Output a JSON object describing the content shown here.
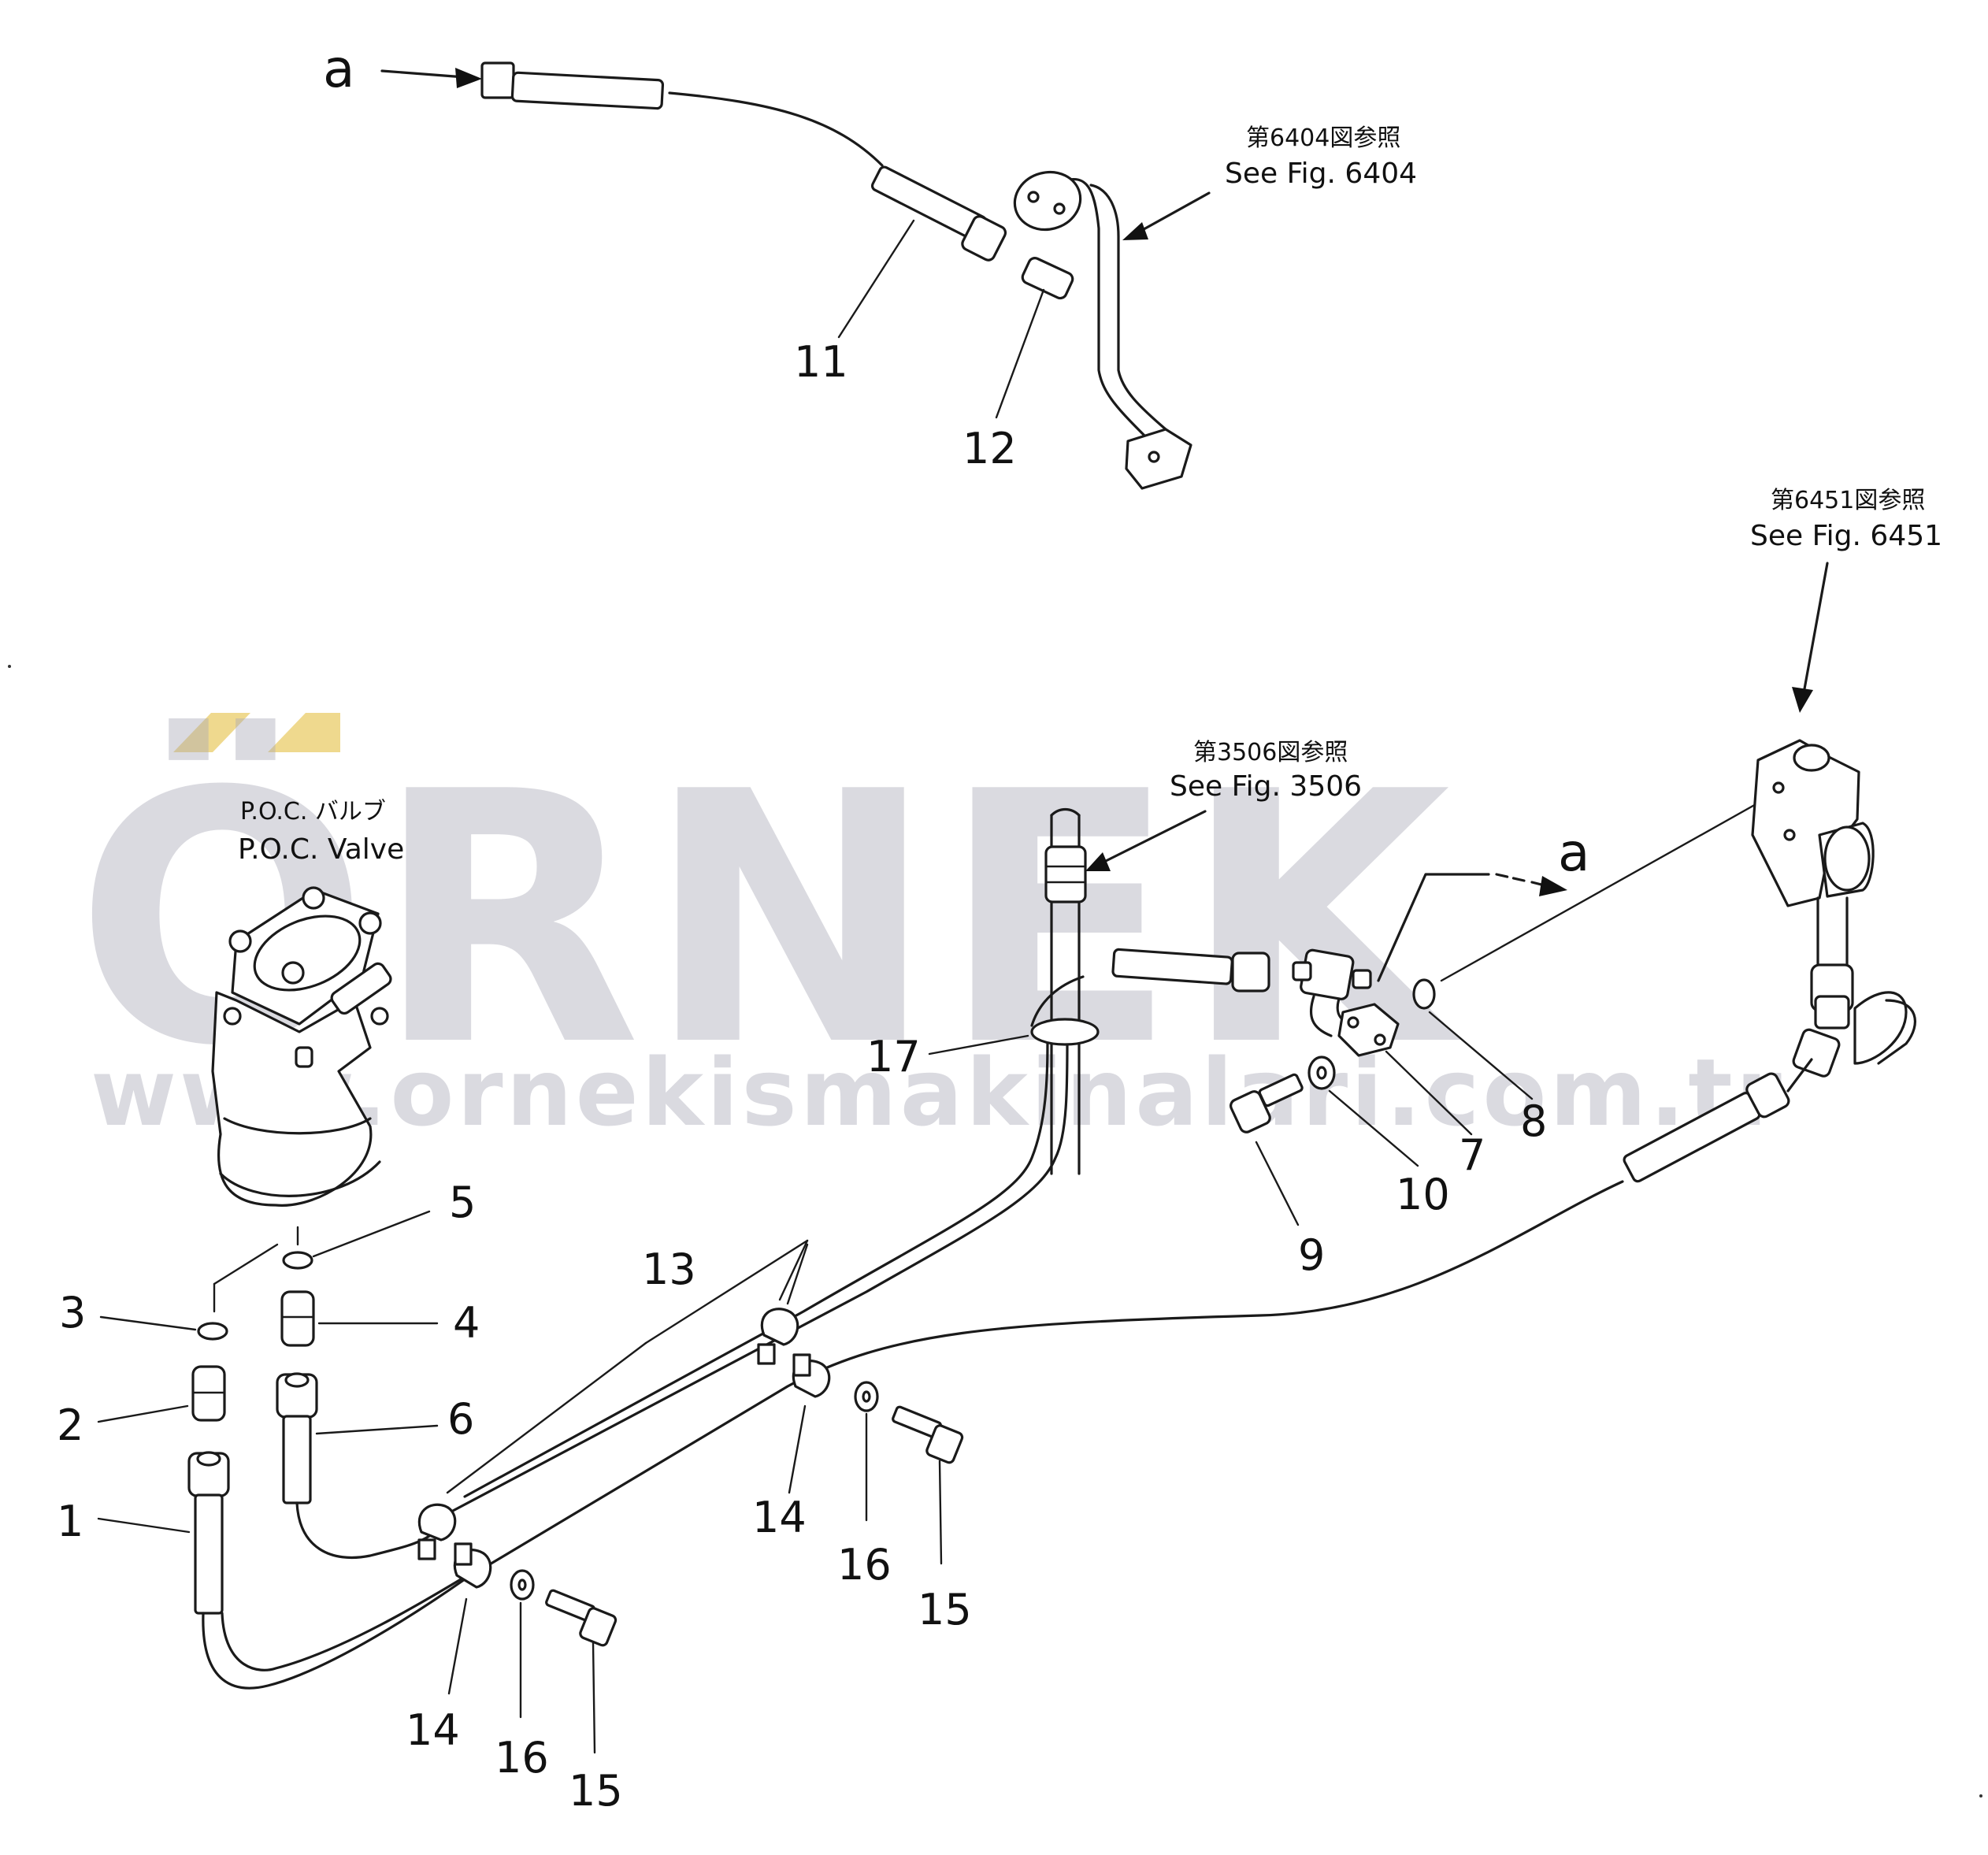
{
  "watermark": {
    "brand": "ÖRNEK",
    "url": "www.ornekismakinalari.com.tr",
    "accent_color": "#ecd27a",
    "text_color": "#a9a9b6"
  },
  "references": {
    "fig6404": {
      "jp": "第6404図参照",
      "en": "See Fig. 6404"
    },
    "fig6451": {
      "jp": "第6451図参照",
      "en": "See Fig. 6451"
    },
    "fig3506": {
      "jp": "第3506図参照",
      "en": "See Fig. 3506"
    },
    "poc_valve": {
      "jp": "P.O.C. バルブ",
      "en": "P.O.C. Valve"
    }
  },
  "connection_marks": {
    "top": "a",
    "right": "a"
  },
  "part_labels": {
    "p1": "1",
    "p2": "2",
    "p3": "3",
    "p4": "4",
    "p5": "5",
    "p6": "6",
    "p7": "7",
    "p8": "8",
    "p9": "9",
    "p10": "10",
    "p11": "11",
    "p12": "12",
    "p13": "13",
    "p14a": "14",
    "p14b": "14",
    "p15a": "15",
    "p15b": "15",
    "p16a": "16",
    "p16b": "16",
    "p17": "17"
  }
}
